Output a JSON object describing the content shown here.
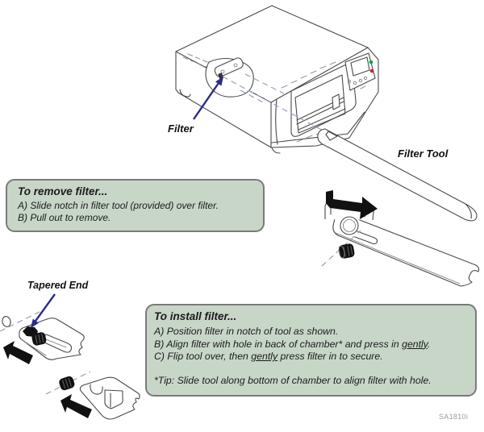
{
  "figure": {
    "code": "SA1810i"
  },
  "labels": {
    "filter": "Filter",
    "filter_tool": "Filter Tool",
    "tapered_end": "Tapered End"
  },
  "remove_box": {
    "title": "To remove filter...",
    "step_a": "A) Slide notch in filter tool (provided) over filter.",
    "step_b": "B) Pull out to remove."
  },
  "install_box": {
    "title": "To install filter...",
    "step_a": "A) Position filter in notch of tool as shown.",
    "step_b_pre": "B) Align filter with hole in back of chamber* and press in ",
    "step_b_underline": "gently",
    "step_b_post": ".",
    "step_c_pre": "C) Flip tool over, then ",
    "step_c_underline": "gently",
    "step_c_post": " press filter in to secure.",
    "tip": "*Tip: Slide tool along bottom of chamber to align filter with hole."
  },
  "colors": {
    "box_fill": "#c8d6c8",
    "box_border": "#7a7a7a",
    "ink": "#1b1b1b",
    "navy": "#2b2b8a",
    "line": "#4a4a4a",
    "dash": "#96a0c0",
    "led_green": "#00a550",
    "led_red": "#cc2229"
  }
}
